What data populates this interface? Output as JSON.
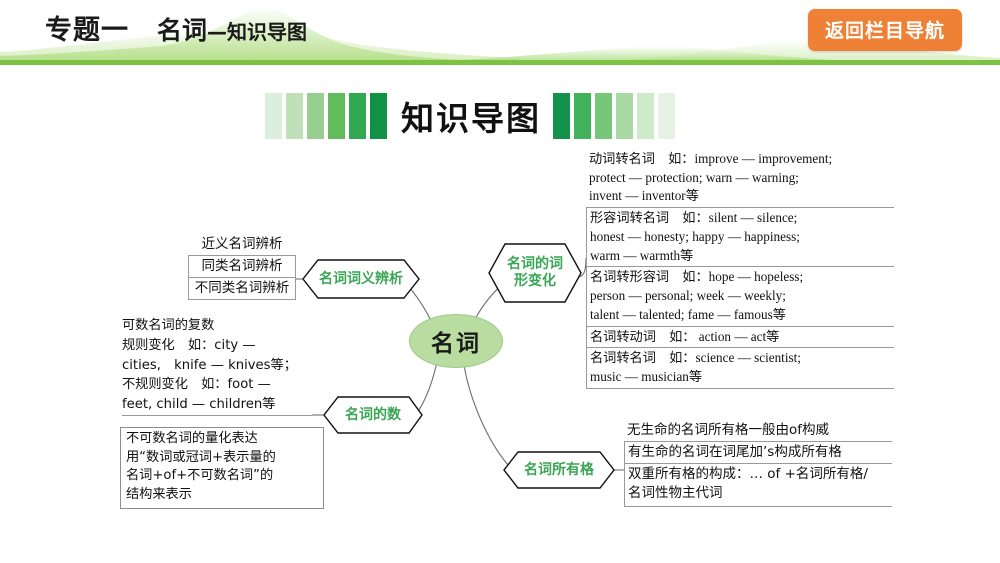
{
  "header": {
    "topic_label": "专题一",
    "title": "名词—知识导图",
    "title_big": "名词",
    "title_small": "—知识导图",
    "nav_button": "返回栏目导航",
    "accent_color": "#7dc242",
    "button_color": "#ef8137"
  },
  "banner": {
    "text": "知识导图",
    "left_bars": [
      "#dcefdc",
      "#bfe0b9",
      "#96cf8f",
      "#62bc5c",
      "#32a852",
      "#0f9246"
    ],
    "right_bars": [
      "#13924c",
      "#42b25a",
      "#77c77a",
      "#a9daa3",
      "#cfe9cb",
      "#e6f3e4"
    ]
  },
  "mindmap": {
    "center": {
      "label": "名词",
      "fill": "#b9dca0"
    },
    "node_text_color": "#3aa655",
    "branches": [
      {
        "id": "ciyi",
        "label": "名词词义辨析"
      },
      {
        "id": "cixing",
        "label": "名词的词\n形变化",
        "line1": "名词的词",
        "line2": "形变化"
      },
      {
        "id": "shu",
        "label": "名词的数"
      },
      {
        "id": "suoyouge",
        "label": "名词所有格"
      }
    ]
  },
  "ciyi_items": [
    "近义名词辨析",
    "同类名词辨析",
    "不同类名词辨析"
  ],
  "cixing_items": [
    {
      "lines": [
        "动词转名词　如：improve — improvement;",
        "protect — protection; warn — warning;",
        "invent — inventor等"
      ]
    },
    {
      "lines": [
        "形容词转名词　如：silent — silence;",
        "honest — honesty; happy — happiness;",
        "warm — warmth等"
      ]
    },
    {
      "lines": [
        "名词转形容词　如：hope — hopeless;",
        "person — personal; week — weekly;",
        "talent — talented; fame — famous等"
      ]
    },
    {
      "lines": [
        "名词转动词　如： action — act等"
      ]
    },
    {
      "lines": [
        "名词转名词　如：science — scientist;",
        "music — musician等"
      ]
    }
  ],
  "shu_block": {
    "lines": [
      "可数名词的复数",
      "规则变化　如：city —",
      "cities,　knife — knives等；",
      "不规则变化　如：foot —",
      "feet, child — children等"
    ],
    "boxed_lines": [
      "不可数名词的量化表达",
      "用“数词或冠词+表示量的",
      "名词+of+不可数名词”的",
      "结构来表示"
    ]
  },
  "suoyouge_items": [
    "无生命的名词所有格一般由of构威",
    "有生命的名词在词尾加’s构成所有格",
    "双重所有格的构成：… of +名词所有格/",
    "名词性物主代词"
  ]
}
